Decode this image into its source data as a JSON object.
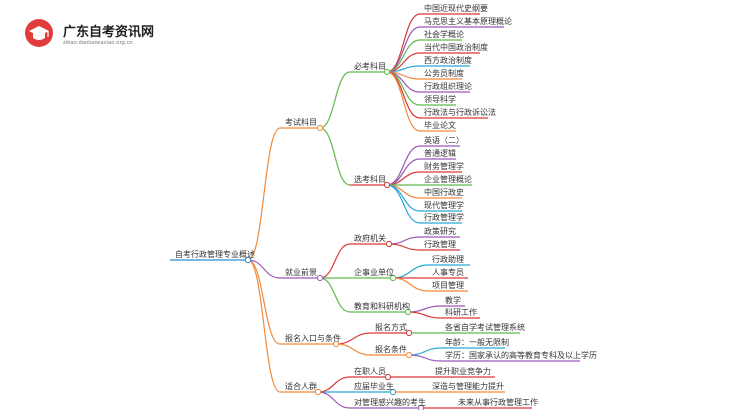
{
  "brand": {
    "name": "广东自考资讯网",
    "url": "zikao.danluowaxiao.org.cn",
    "logo_icon": "graduation-cap-icon"
  },
  "colors": {
    "c1": "#f08a3c",
    "c2": "#9b59b6",
    "c3": "#5dbb4a",
    "c4": "#d9393b",
    "c5": "#2aa7d8"
  },
  "root": "自考行政管理专业概述",
  "branches": {
    "exam": "考试科目",
    "required": "必考科目",
    "required_items": [
      "中国近现代史纲要",
      "马克思主义基本原理概论",
      "社会学概论",
      "当代中国政治制度",
      "西方政治制度",
      "公务员制度",
      "行政组织理论",
      "领导科学",
      "行政法与行政诉讼法",
      "毕业论文"
    ],
    "elective": "选考科目",
    "elective_items": [
      "英语（二）",
      "普通逻辑",
      "财务管理学",
      "企业管理概论",
      "中国行政史",
      "现代管理学",
      "行政管理学"
    ],
    "career": "就业前景",
    "gov": "政府机关",
    "gov_items": [
      "政策研究",
      "行政管理"
    ],
    "enterprise": "企事业单位",
    "enterprise_items": [
      "行政助理",
      "人事专员",
      "项目管理"
    ],
    "edu": "教育和科研机构",
    "edu_items": [
      "教学",
      "科研工作"
    ],
    "signup": "报名入口与条件",
    "method": "报名方式",
    "method_items": [
      "各省自学考试管理系统"
    ],
    "condition": "报名条件",
    "condition_items": [
      "年龄：一般无限制",
      "学历：国家承认的高等教育专科及以上学历"
    ],
    "audience": "适合人群",
    "audience_groups": [
      {
        "label": "在职人员",
        "detail": "提升职业竞争力"
      },
      {
        "label": "应届毕业生",
        "detail": "深造与管理能力提升"
      },
      {
        "label": "对管理感兴趣的考生",
        "detail": "未来从事行政管理工作"
      }
    ]
  }
}
